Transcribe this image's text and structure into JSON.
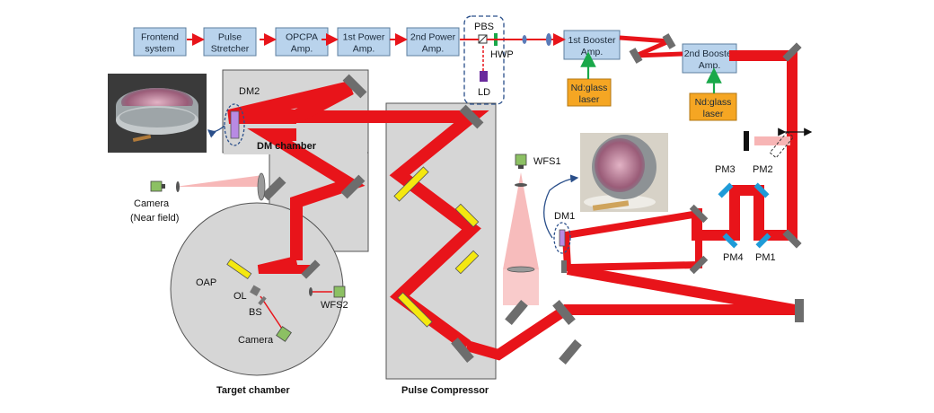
{
  "colors": {
    "beam": "#e8141a",
    "beam_faint": "#f4a0a0",
    "module_fill": "#b9d3ec",
    "module_stroke": "#5d7f9f",
    "pump_fill": "#f5a623",
    "mirror": "#6d6d6d",
    "grating": "#f4e80f",
    "chamber": "#d6d6d6",
    "dm": "#b88ae3",
    "pm": "#1f9bd8",
    "camera": "#8cc063"
  },
  "laser_chain": [
    {
      "id": "frontend",
      "lines": [
        "Frontend",
        "system"
      ]
    },
    {
      "id": "stretcher",
      "lines": [
        "Pulse",
        "Stretcher"
      ]
    },
    {
      "id": "opcpa",
      "lines": [
        "OPCPA",
        "Amp."
      ]
    },
    {
      "id": "power1",
      "lines": [
        "1st Power",
        "Amp."
      ]
    },
    {
      "id": "power2",
      "lines": [
        "2nd Power",
        "Amp."
      ]
    }
  ],
  "boosters": [
    {
      "id": "booster1",
      "lines": [
        "1st Booster",
        "Amp."
      ]
    },
    {
      "id": "booster2",
      "lines": [
        "2nd Booster",
        "Amp."
      ]
    }
  ],
  "pumps": [
    {
      "id": "pump1",
      "lines": [
        "Nd:glass",
        "laser"
      ]
    },
    {
      "id": "pump2",
      "lines": [
        "Nd:glass",
        "laser"
      ]
    }
  ],
  "labels": {
    "pbs": "PBS",
    "hwp": "HWP",
    "ld": "LD",
    "dm2": "DM2",
    "dm_chamber": "DM chamber",
    "dm1": "DM1",
    "wfs1": "WFS1",
    "wfs2": "WFS2",
    "camera_near_1": "Camera",
    "camera_near_2": "(Near field)",
    "oap": "OAP",
    "ol": "OL",
    "bs": "BS",
    "camera": "Camera",
    "target_chamber": "Target chamber",
    "pulse_compressor": "Pulse Compressor",
    "pm1": "PM1",
    "pm2": "PM2",
    "pm3": "PM3",
    "pm4": "PM4"
  }
}
